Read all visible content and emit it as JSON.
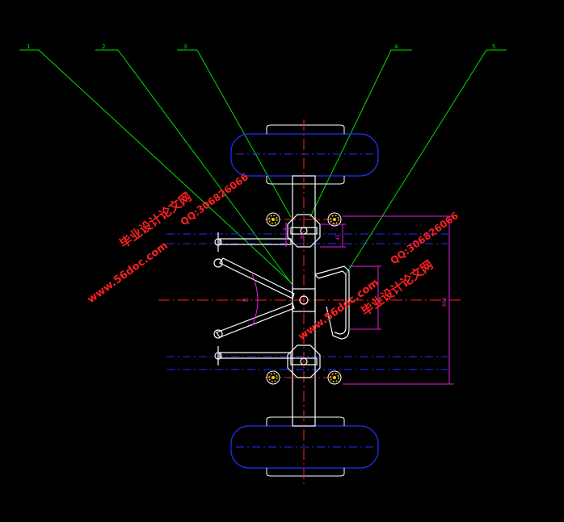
{
  "drawing": {
    "callouts": [
      {
        "id": "1",
        "label": "1"
      },
      {
        "id": "2",
        "label": "2"
      },
      {
        "id": "3",
        "label": "3"
      },
      {
        "id": "4",
        "label": "4"
      },
      {
        "id": "5",
        "label": "5"
      }
    ],
    "dimension_labels": {
      "overall_height": "600",
      "small_a": "80",
      "small_b": "45",
      "angle": "40"
    }
  },
  "watermarks": {
    "site_cn": "毕业设计论文网",
    "site_url": "www.56doc.com",
    "qq": "QQ:306826066"
  },
  "colors": {
    "background": "#000000",
    "leader_line": "#00e000",
    "geometry": "#ffffff",
    "centerline": "#ff2020",
    "hidden_line": "#2030ff",
    "dimension": "#e020e0",
    "yellow": "#e0d000",
    "watermark": "#ff2020"
  }
}
